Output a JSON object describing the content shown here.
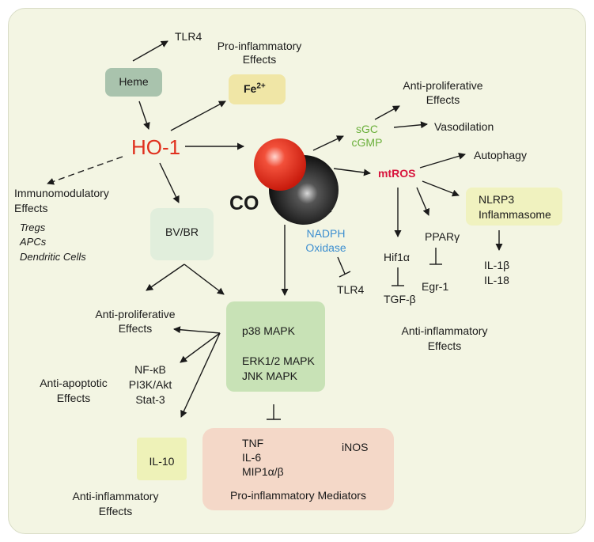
{
  "nodes": {
    "tlr4_top": "TLR4",
    "heme": "Heme",
    "pro_inflammatory_effects": "Pro-inflammatory\nEffects",
    "fe2": "Fe",
    "fe2_sup": "2+",
    "ho1": "HO-1",
    "immunomodulatory": "Immunomodulatory\nEffects",
    "tregs": "Tregs",
    "apcs": "APCs",
    "dendritic": "Dendritic Cells",
    "bvbr": "BV/BR",
    "co": "CO",
    "anti_prolif_top": "Anti-proliferative\nEffects",
    "sgc": "sGC\ncGMP",
    "vasodilation": "Vasodilation",
    "autophagy": "Autophagy",
    "mtros": "mtROS",
    "nlrp3": "NLRP3\nInflammasome",
    "nadph": "NADPH\nOxidase",
    "tlr4_bottom": "TLR4",
    "hif1a": "Hif1α",
    "ppar": "PPARγ",
    "tgfb": "TGF-β",
    "egr1": "Egr-1",
    "il1b": "IL-1β\nIL-18",
    "anti_inflam_right": "Anti-inflammatory\nEffects",
    "anti_prolif_left": "Anti-proliferative\nEffects",
    "mapk_p38": "p38 MAPK",
    "mapk_erk": "ERK1/2 MAPK\nJNK MAPK",
    "nfkb": "NF-κB\nPI3K/Akt\nStat-3",
    "anti_apoptotic": "Anti-apoptotic\nEffects",
    "il10": "IL-10",
    "anti_inflam_bottom": "Anti-inflammatory\nEffects",
    "tnf": "TNF\nIL-6\nMIP1α/β",
    "inos": "iNOS",
    "pro_inflam_mediators": "Pro-inflammatory Mediators"
  },
  "colors": {
    "panel_bg": "#f3f5e3",
    "heme_box": "#a9c3ad",
    "fe_box": "#f0e6a6",
    "bvbr_box": "#e1eedc",
    "mapk_box": "#c8e2b6",
    "nlrp3_box": "#f0f2bf",
    "il10_box": "#eef2b8",
    "mediators_box": "#f4d8c8",
    "ho1_red": "#e0301e",
    "mtros_red": "#d8143c",
    "sgc_green": "#6aaf3a",
    "nadph_blue": "#3d8fd0"
  }
}
